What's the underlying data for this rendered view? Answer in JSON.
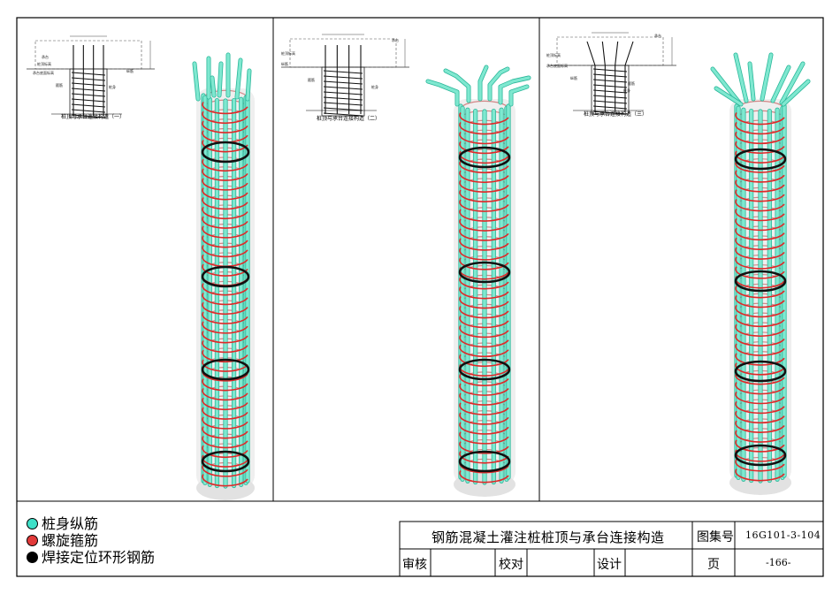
{
  "legend": [
    {
      "text": "桩身纵筋",
      "color": "#3fe0c8"
    },
    {
      "text": "螺旋箍筋",
      "color": "#e23a3a"
    },
    {
      "text": "焊接定位环形钢筋",
      "color": "#000000"
    }
  ],
  "title_block": {
    "drawing_title": "钢筋混凝土灌注桩桩顶与承台连接构造",
    "atlas_label": "图集号",
    "atlas_no": "16G101-3-104",
    "review_label": "审核",
    "check_label": "校对",
    "design_label": "设计",
    "page_label": "页",
    "page_no": "-166-"
  },
  "details": [
    {
      "caption": "桩顶与承台连接构造（一）",
      "labels": [
        "承台",
        "桩顶标高",
        "承台底面标高",
        "纵筋",
        "箍筋",
        "桩身"
      ]
    },
    {
      "caption": "桩顶与承台连接构造（二）",
      "labels": [
        "承台",
        "桩顶标高",
        "纵筋",
        "箍筋",
        "桩身"
      ]
    },
    {
      "caption": "桩顶与承台连接构造（三）",
      "labels": [
        "承台",
        "桩顶标高",
        "承台底面标高",
        "纵筋",
        "箍筋",
        "桩身"
      ]
    }
  ],
  "colors": {
    "rebar": "#7fe8d0",
    "rebar_edge": "#2bb79a",
    "spiral": "#e02828",
    "ring": "#111111",
    "shaft": "#ececec"
  }
}
